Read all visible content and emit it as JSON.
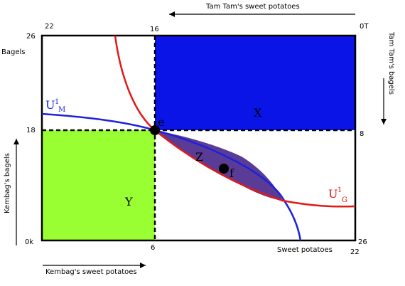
{
  "axes": {
    "top_title": "Tam Tam's sweet potatoes",
    "right_title": "Tam Tam's bagels",
    "left_title": "Kembag's bagels",
    "bottom_left_title": "Kembag's sweet potatoes",
    "bottom_right_title": "Sweet potatoes",
    "left_top_title": "Bagels"
  },
  "ticks": {
    "top_left": "22",
    "top_mid": "16",
    "top_right": "0T",
    "left_top": "26",
    "left_mid": "18",
    "left_origin": "0k",
    "right_mid": "8",
    "right_bottom": "26",
    "bottom_mid": "6",
    "bottom_right": "22"
  },
  "regions": {
    "x": "X",
    "y": "Y",
    "z": "Z"
  },
  "points": {
    "e": "e",
    "f": "f"
  },
  "curves": {
    "um_base": "U",
    "um_sup": "1",
    "um_sub": "M",
    "ug_base": "U",
    "ug_sup": "1",
    "ug_sub": "G"
  },
  "colors": {
    "blue_region": "#0a14e6",
    "green_region": "#99ff33",
    "lens": "#5a3c96",
    "blue_curve": "#1c22dc",
    "red_curve": "#e21818"
  }
}
